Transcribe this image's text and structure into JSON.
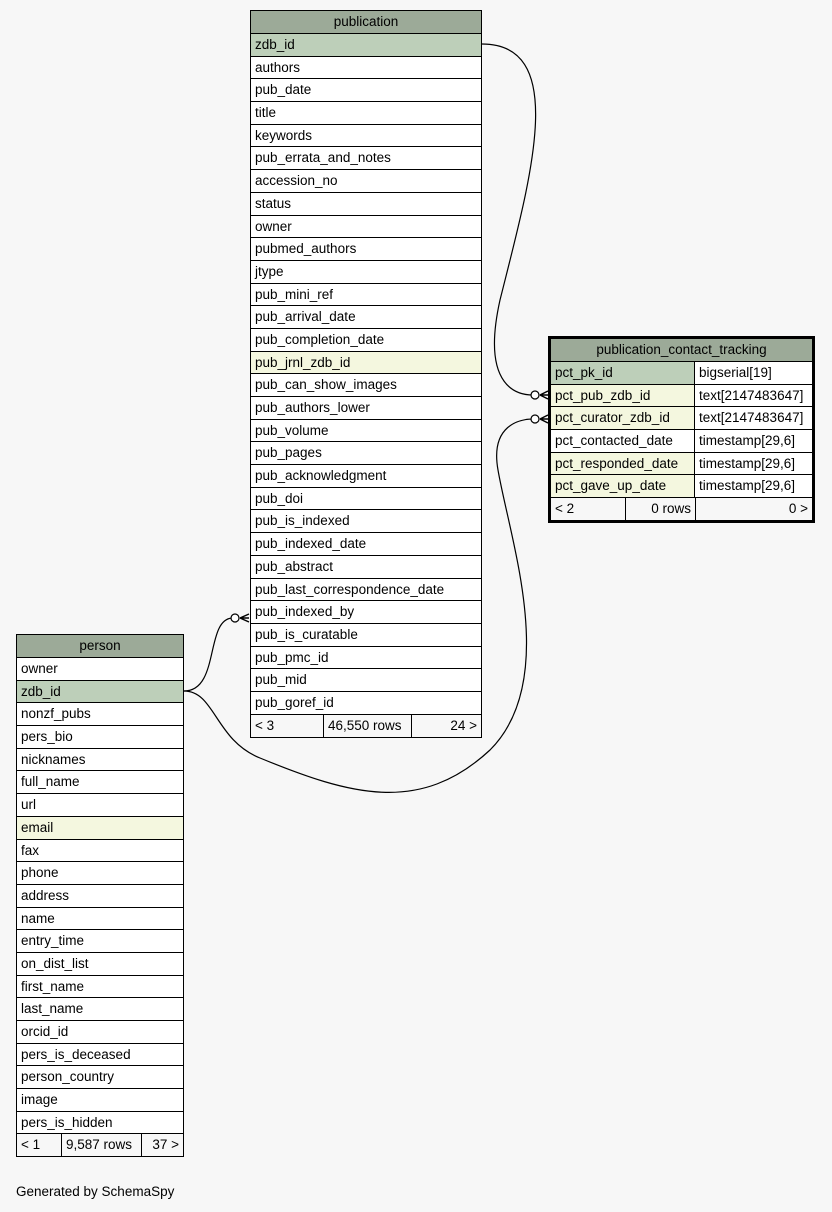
{
  "publication": {
    "title": "publication",
    "columns": [
      "zdb_id",
      "authors",
      "pub_date",
      "title",
      "keywords",
      "pub_errata_and_notes",
      "accession_no",
      "status",
      "owner",
      "pubmed_authors",
      "jtype",
      "pub_mini_ref",
      "pub_arrival_date",
      "pub_completion_date",
      "pub_jrnl_zdb_id",
      "pub_can_show_images",
      "pub_authors_lower",
      "pub_volume",
      "pub_pages",
      "pub_acknowledgment",
      "pub_doi",
      "pub_is_indexed",
      "pub_indexed_date",
      "pub_abstract",
      "pub_last_correspondence_date",
      "pub_indexed_by",
      "pub_is_curatable",
      "pub_pmc_id",
      "pub_mid",
      "pub_goref_id"
    ],
    "footer": {
      "parents": "< 3",
      "rows": "46,550 rows",
      "children": "24 >"
    }
  },
  "person": {
    "title": "person",
    "columns": [
      "owner",
      "zdb_id",
      "nonzf_pubs",
      "pers_bio",
      "nicknames",
      "full_name",
      "url",
      "email",
      "fax",
      "phone",
      "address",
      "name",
      "entry_time",
      "on_dist_list",
      "first_name",
      "last_name",
      "orcid_id",
      "pers_is_deceased",
      "person_country",
      "image",
      "pers_is_hidden"
    ],
    "footer": {
      "parents": "< 1",
      "rows": "9,587 rows",
      "children": "37 >"
    }
  },
  "publication_contact_tracking": {
    "title": "publication_contact_tracking",
    "columns": [
      {
        "name": "pct_pk_id",
        "type": "bigserial[19]"
      },
      {
        "name": "pct_pub_zdb_id",
        "type": "text[2147483647]"
      },
      {
        "name": "pct_curator_zdb_id",
        "type": "text[2147483647]"
      },
      {
        "name": "pct_contacted_date",
        "type": "timestamp[29,6]"
      },
      {
        "name": "pct_responded_date",
        "type": "timestamp[29,6]"
      },
      {
        "name": "pct_gave_up_date",
        "type": "timestamp[29,6]"
      }
    ],
    "footer": {
      "parents": "< 2",
      "rows": "0 rows",
      "children": "0 >"
    }
  },
  "generated_by": "Generated by SchemaSpy"
}
